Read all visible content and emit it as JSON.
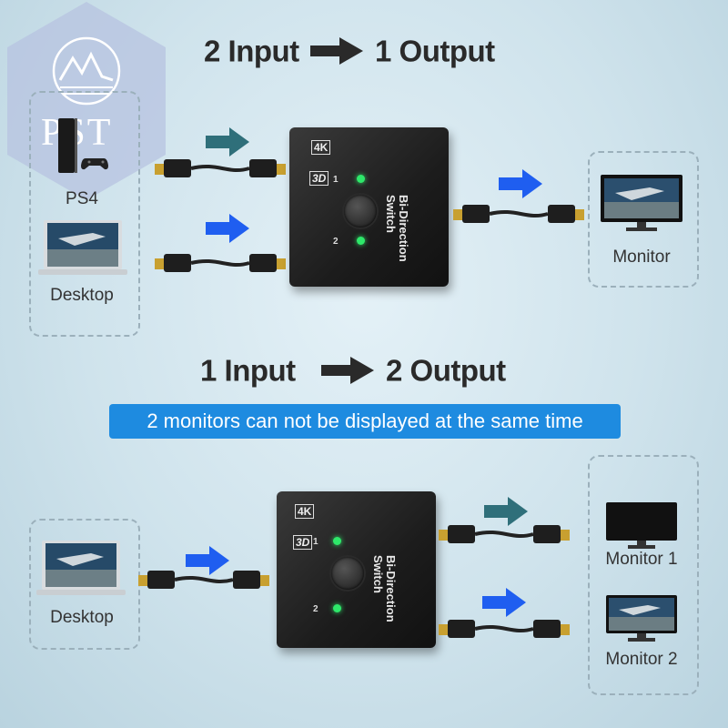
{
  "top": {
    "headline_left": "2 Input",
    "headline_right": "1 Output",
    "inputs": [
      "PS4",
      "Desktop"
    ],
    "output": "Monitor"
  },
  "bottom": {
    "headline_left": "1 Input",
    "headline_right": "2 Output",
    "input": "Desktop",
    "outputs": [
      "Monitor 1",
      "Monitor 2"
    ]
  },
  "notice": "2 monitors can not be displayed at the same time",
  "switch": {
    "badge_resolution": "4K",
    "badge_3d": "3D",
    "port_1": "1",
    "port_2": "2",
    "label_line1": "Bi-Direction",
    "label_line2": "Switch"
  },
  "watermark": {
    "text": "PST"
  },
  "colors": {
    "arrow_blue": "#1f5ef0",
    "arrow_teal": "#2f6f7a",
    "notice_bg": "#1e8be0",
    "led": "#2ee86a"
  }
}
